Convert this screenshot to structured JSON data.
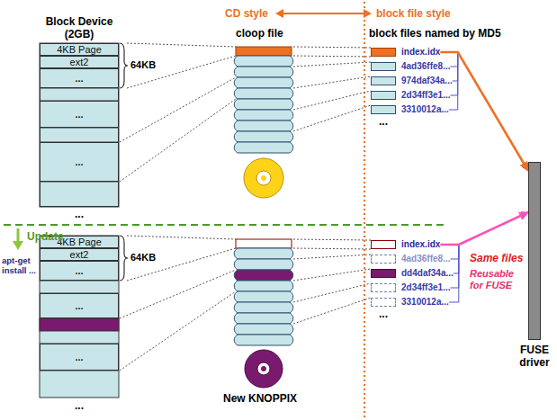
{
  "diagram": {
    "nodes": [
      {
        "text": [
          "Block Device (2GB)"
        ]
      },
      {
        "text": [
          "4KB Page"
        ],
        "in": 0
      },
      {
        "text": [
          "ext2"
        ],
        "in": 0
      },
      {
        "text": [
          "..."
        ],
        "in": 0
      },
      {
        "text": [
          "..."
        ],
        "in": 0
      },
      {
        "text": [
          "..."
        ],
        "in": 0
      },
      {
        "text": [
          "4KB Page"
        ]
      },
      {
        "text": [
          "ext2"
        ]
      },
      {
        "text": [
          "..."
        ]
      },
      {
        "text": [
          "..."
        ]
      },
      {
        "text": [
          "..."
        ]
      },
      {
        "text": [
          "index.idx"
        ]
      },
      {
        "text": [
          "4ad36ffe8..."
        ]
      },
      {
        "text": [
          "974daf34a..."
        ]
      },
      {
        "text": [
          "2d34ff3e1..."
        ]
      },
      {
        "text": [
          "3310012a..."
        ]
      },
      {
        "text": [
          "index.idx"
        ]
      },
      {
        "text": [
          "4ad36ffe8..."
        ]
      },
      {
        "text": [
          "dd4daf34a..."
        ]
      },
      {
        "text": [
          "2d34ff3e1..."
        ]
      },
      {
        "text": [
          "3310012a..."
        ]
      },
      {
        "text": [
          "FUSE driver"
        ]
      }
    ],
    "edges": [
      {
        "from": 11,
        "to": 21,
        "arrow": "to"
      },
      {
        "from": 12,
        "to": 21,
        "arrow": "to"
      },
      {
        "from": 13,
        "to": 21,
        "arrow": "to"
      },
      {
        "from": 14,
        "to": 21,
        "arrow": "to"
      },
      {
        "from": 15,
        "to": 21,
        "arrow": "to"
      },
      {
        "from": 16,
        "to": 21,
        "arrow": "to"
      },
      {
        "from": 17,
        "to": 21,
        "arrow": "to"
      },
      {
        "from": 18,
        "to": 21,
        "arrow": "to"
      },
      {
        "from": 19,
        "to": 21,
        "arrow": "to"
      },
      {
        "from": 20,
        "to": 21,
        "arrow": "to"
      }
    ],
    "labels": [
      "CD style",
      "block file style",
      "cloop file",
      "block files named by MD5",
      "64KB",
      "...",
      "...",
      "Update",
      "apt-get install ...",
      "64KB",
      "...",
      "...",
      "New KNOPPIX",
      "Same files",
      "Reusable for FUSE"
    ]
  }
}
